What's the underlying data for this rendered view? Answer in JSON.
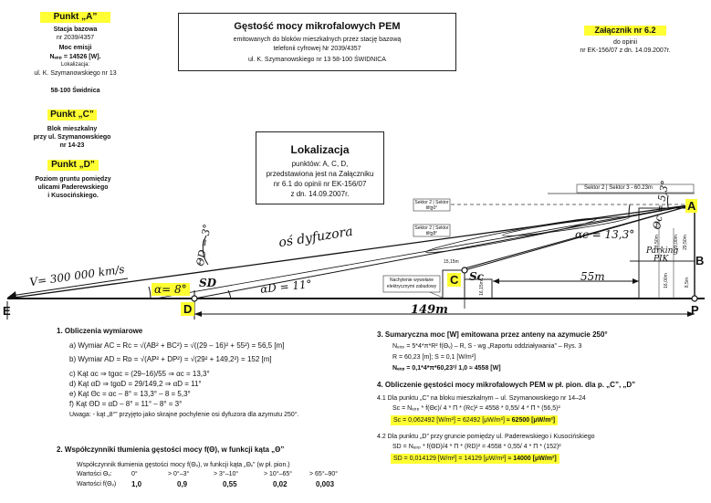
{
  "points_legend": {
    "a": {
      "title": "Punkt „A”",
      "l1": "Stacja bazowa",
      "l2": "nr 2039/4357",
      "l3": "Moc emisji",
      "l4": "Nₑᵢᵣₚ = 14526 [W].",
      "l5": "Lokalizacja:",
      "l6": "ul. K. Szymanowskiego nr 13",
      "l7": "58-100 Świdnica"
    },
    "c": {
      "title": "Punkt „C”",
      "l1": "Blok mieszkalny",
      "l2": "przy ul. Szymanowskiego",
      "l3": "nr 14-23"
    },
    "d": {
      "title": "Punkt „D”",
      "l1": "Poziom gruntu pomiędzy",
      "l2": "ulicami Paderewskiego",
      "l3": "i Kusocińskiego."
    }
  },
  "header": {
    "title": "Gęstość mocy mikrofalowych PEM",
    "l1": "emitowanych do bloków mieszkalnych przez stację bazową",
    "l2": "telefonii cyfrowej Nr 2039/4357",
    "l3": "ul. K. Szymanowskiego nr 13   58-100  ŚWIDNICA"
  },
  "annex": {
    "title": "Załącznik nr 6.2",
    "l1": "do opinii",
    "l2": "nr EK-156/07 z dn. 14.09.2007r."
  },
  "location": {
    "title": "Lokalizacja",
    "l1": "punktów: A, C, D,",
    "l2": "przedstawiona jest na Załączniku",
    "l3": "nr 6.1 do opinii nr EK-156/07",
    "l4": "z dn. 14.09.2007r."
  },
  "diagram": {
    "label_a": "A",
    "label_b": "B",
    "label_c": "C",
    "label_d": "D",
    "label_e": "E",
    "label_p": "P",
    "label_sc": "Sc",
    "label_sd": "SD",
    "axis": "oś dyfuzora",
    "speed": "V= 300 000 km/s",
    "alpha_d": "α= 8°",
    "alpha_d2": "αD = 11°",
    "alpha_c": "αc = 13,3°",
    "theta_d": "ΘD = 3°",
    "theta_c": "Θc = 5,3°",
    "dist_55": "55m",
    "dist_149": "149m",
    "sector_top": "Sektor 2 | Sektor 3 - 60.23m",
    "sector_a1": "Sektor 2 | Sektor 3",
    "sector_a1b": "tilt: 0°",
    "sector_a2": "Sektor 2 | Sektor 3",
    "sector_a2b": "tilt: 8°",
    "roof_note1": "Nachylenie wywołane",
    "roof_note2": "elektrycznymi zabudowy",
    "h_c1": "15,15m",
    "h_c2": "16,15m",
    "h_b1": "29,00m",
    "h_b2": "29,50m",
    "h_b3": "28,50m",
    "h_b4": "16,00m",
    "h_b5": "8,5m",
    "park": "Parking",
    "park2": "PIK"
  },
  "calc": {
    "s1_title": "1.   Obliczenia wymiarowe",
    "a": "a)  Wymiar AC = Rᴄ = √(AB² + BC²)  =  √((29 – 16)² + 55²)  =  56,5 [m]",
    "b": "b)  Wymiar AD = Rᴅ = √(AP² + DP²)  =  √(29² + 149,2²)  =  152 [m]",
    "c": "c)  Kąt αc  ⇒  tgαc = (29–16)/55  ⇒  αc = 13,3°",
    "d": "d)  Kąt αD  ⇒  tgαD = 29/149,2  ⇒  αD = 11°",
    "e": "e)  Kąt Θc = αc – 8° = 13,3° – 8 = 5,3°",
    "f": "f)  Kąt ΘD = αD – 8° = 11° – 8° = 3°",
    "note": "Uwaga:  - kąt „8°”  przyjęto jako skrajne pochylenie osi dyfuzora dla azymutu 250°.",
    "s2_title": "2.   Współczynniki tłumienia gęstości mocy f(Θ), w funkcji kąta „Θ”",
    "s2_l1": "Współczynnik tłumienia gęstości mocy  f(Θᵥ), w funkcji kąta „Θᵥ” (w pł. pion.)",
    "table_h": [
      "Wartości Θᵥ:",
      "0°",
      "> 0°–3°",
      "> 3°–10°",
      "> 10°–65°",
      "> 65°–90°"
    ],
    "table_v": [
      "Wartości f(Θᵥ)",
      "1,0",
      "0,9",
      "0,55",
      "0,02",
      "0,003"
    ],
    "s3_title": "3.   Sumaryczna moc [W] emitowana przez anteny na azymucie 250°",
    "s3_l1": "Nₑᵢᵣₚ = 5*4*π*R² f(Θᵥ)  – R, S - wg „Raportu oddziaływania” – Rys. 3",
    "s3_l2": "R = 60,23 [m];  S = 0,1 [W/m²]",
    "s3_l3": "Nₑᵢᵣₚ = 0,1*4*π*60,23²/ 1,0  ≈  4558 [W]",
    "s4_title": "4.   Obliczenie gęstości mocy mikrofalowych PEM w pł. pion. dla p. „C”, „D”",
    "s41": "4.1  Dla punktu „C” na bloku mieszkalnym – ul. Szymanowskiego nr 14–24",
    "s41_f": "Sc = Nₑᵢᵣₚ * f(Θc)/ 4 * Π * (Rc)²  =  4558 * 0,55/ 4 * Π * (56,5)²",
    "s41_r_a": "Sc = 0,062492  [W/m²]  = 62492 [μW/m²]",
    "s41_r_b": "≈ 62500 [μW/m²]",
    "s42": "4.2  Dla punktu „D” przy gruncie pomiędzy ul. Paderewskiego i Kusocińskiego",
    "s42_f": "SD = Nₑᵢᵣₚ * f(ΘD)/4 * Π * (RD)²  =  4558 * 0,55/ 4 * Π * (152)²",
    "s42_r_a": "SD = 0,014129  [W/m²]  =  14129 [μW/m²]",
    "s42_r_b": "≈ 14000 [μW/m²]"
  }
}
